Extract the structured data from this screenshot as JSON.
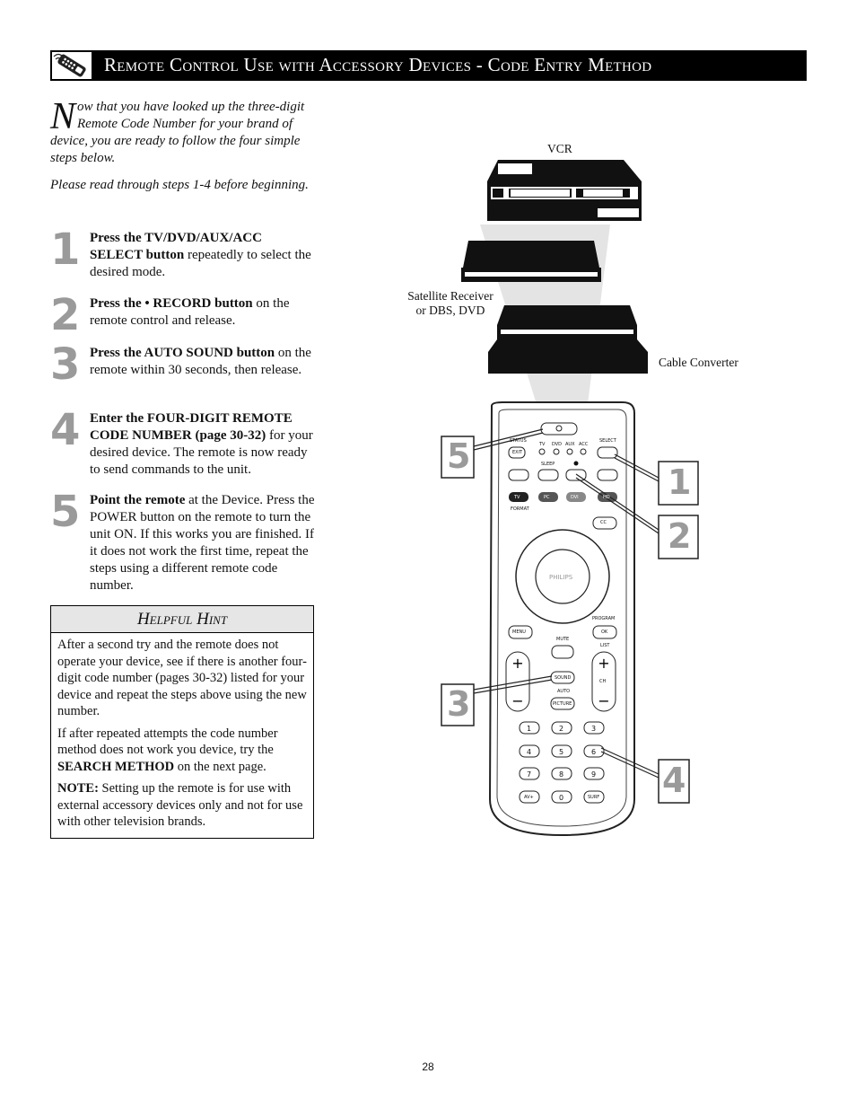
{
  "header": {
    "title": "Remote Control Use with Accessory Devices - Code Entry Method",
    "icon": "remote-control-icon"
  },
  "intro": {
    "dropcap": "N",
    "text": "ow that you have looked up the three-digit Remote Code Number for your brand of device, you are ready to follow the four simple steps below.",
    "note": "Please read through steps 1-4 before beginning."
  },
  "steps": [
    {
      "number": "1",
      "bold": "Press the TV/DVD/AUX/ACC SELECT button",
      "text": " repeatedly to select the desired mode."
    },
    {
      "number": "2",
      "bold": "Press the • RECORD button",
      "text": " on the remote control and release."
    },
    {
      "number": "3",
      "bold": "Press the AUTO SOUND button",
      "text": " on the remote within 30 seconds, then release."
    },
    {
      "number": "4",
      "bold": "Enter the FOUR-DIGIT REMOTE CODE NUMBER (page 30-32)",
      "text": " for your desired device. The remote is now ready to send commands to the unit."
    },
    {
      "number": "5",
      "bold": "Point the remote",
      "text": " at the Device. Press the POWER button on the remote to turn the unit ON. If this works you are finished. If it does not work the first time, repeat the steps using a different remote code number."
    }
  ],
  "hint": {
    "title": "Helpful Hint",
    "p1": "After a second try and the remote does not operate your device, see if there is another four-digit code number (pages 30-32) listed for your device and repeat the steps above using the new number.",
    "p2_before": "If after repeated attempts the code number method does not work you device, try the ",
    "p2_bold": "SEARCH METHOD",
    "p2_after": " on the next page.",
    "p3_bold": "NOTE:",
    "p3_text": " Setting up the remote is for use with external accessory devices only and not for use with other television brands."
  },
  "illustration": {
    "labels": {
      "vcr": "VCR",
      "satellite_line1": "Satellite Receiver",
      "satellite_line2": "or DBS, DVD",
      "cable": "Cable Converter"
    },
    "remote": {
      "brand": "PHILIPS",
      "top_labels": [
        "STATUS",
        "TV",
        "DVD",
        "AUX",
        "ACC",
        "SELECT"
      ],
      "exit": "EXIT",
      "sleep": "SLEEP",
      "source_buttons": [
        "TV",
        "PC",
        "DVI",
        "HD"
      ],
      "format": "FORMAT",
      "cc": "CC",
      "menu": "MENU",
      "program": "PROGRAM",
      "ok": "OK",
      "mute": "MUTE",
      "list": "LIST",
      "sound": "SOUND",
      "auto": "AUTO",
      "picture": "PICTURE",
      "ch": "CH",
      "keypad": [
        "1",
        "2",
        "3",
        "4",
        "5",
        "6",
        "7",
        "8",
        "9",
        "AV+",
        "0",
        "SURF"
      ]
    },
    "callouts": [
      "1",
      "2",
      "3",
      "4",
      "5"
    ]
  },
  "page_number": "28"
}
